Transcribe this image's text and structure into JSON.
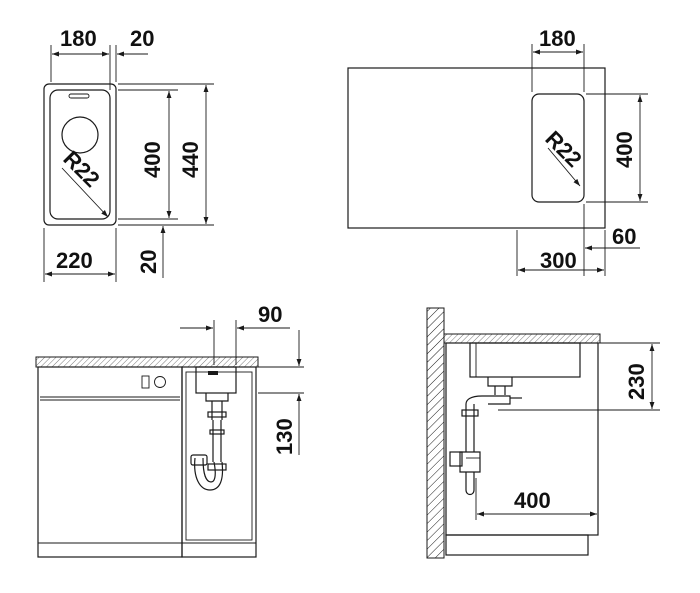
{
  "labels": {
    "top_left_width": "180",
    "top_left_gap": "20",
    "top_left_height_inner": "400",
    "top_left_height_outer": "440",
    "top_left_radius": "R22",
    "top_left_outer_width": "220",
    "top_left_bottom_gap": "20",
    "top_right_width": "180",
    "top_right_height": "400",
    "top_right_radius": "R22",
    "top_right_offset": "300",
    "top_right_margin": "60",
    "front_bowl_width": "90",
    "front_depth": "130",
    "side_depth": "230",
    "side_pipe_length": "400"
  },
  "colors": {
    "line": "#1a1a1a",
    "background": "#ffffff"
  }
}
